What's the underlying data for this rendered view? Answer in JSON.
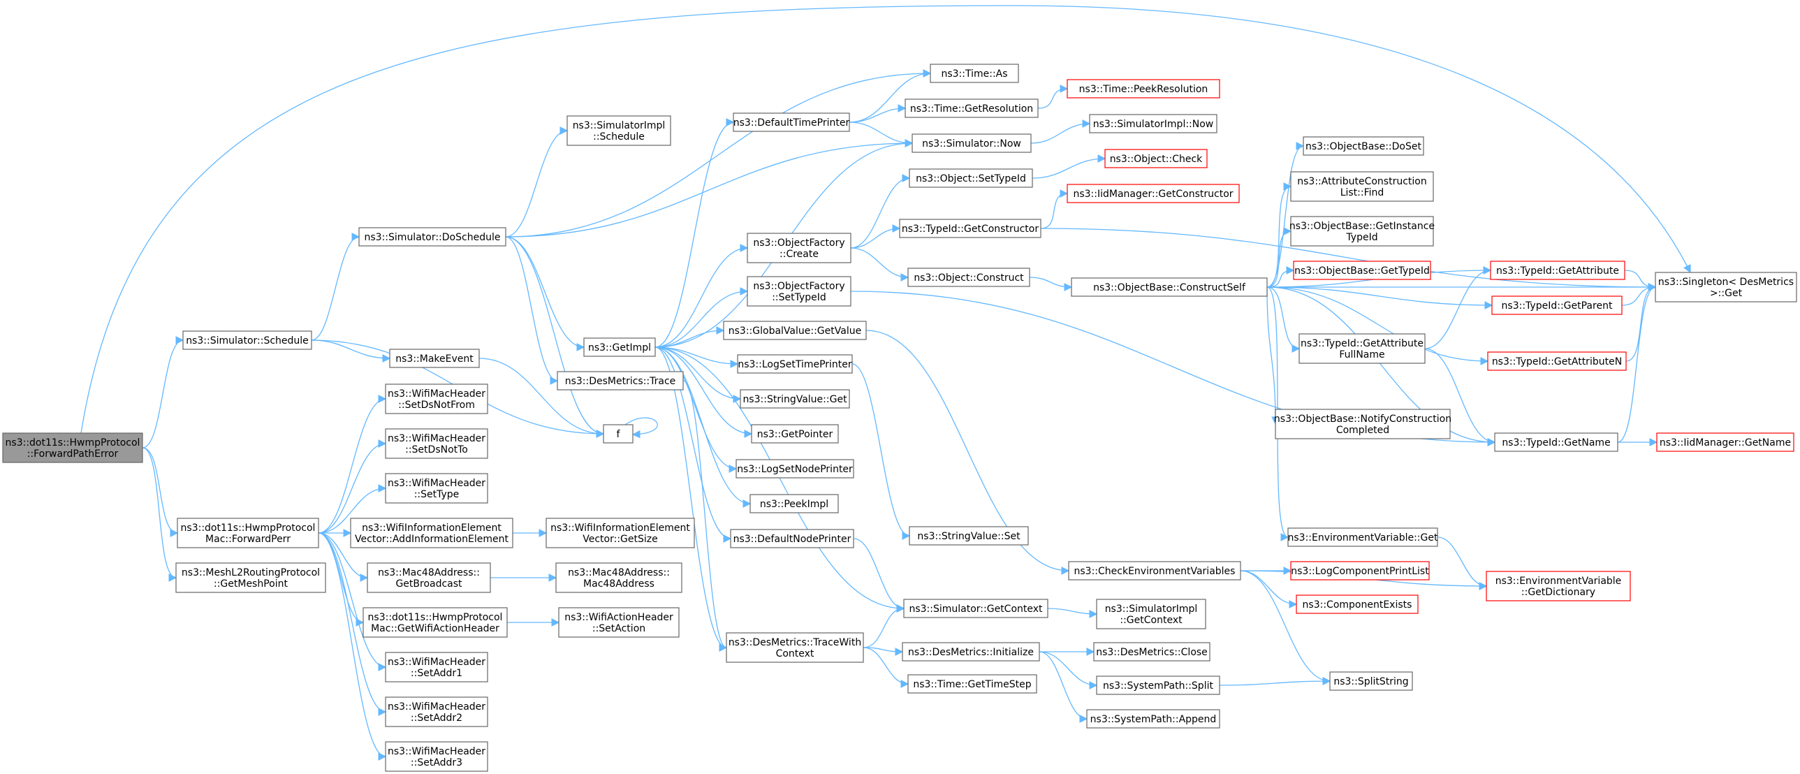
{
  "graph": {
    "colors": {
      "edge": "#63b8ff",
      "node_border": "#666666",
      "highlight_border": "#ff0000",
      "root_fill": "#999999"
    },
    "nodes": [
      {
        "id": "root",
        "lines": [
          "ns3::dot11s::HwmpProtocol",
          "::ForwardPathError"
        ],
        "root": true
      },
      {
        "id": "sched",
        "lines": [
          "ns3::Simulator::Schedule"
        ]
      },
      {
        "id": "fwdperr",
        "lines": [
          "ns3::dot11s::HwmpProtocol",
          "Mac::ForwardPerr"
        ]
      },
      {
        "id": "getmesh",
        "lines": [
          "ns3::MeshL2RoutingProtocol",
          "::GetMeshPoint"
        ]
      },
      {
        "id": "dosched",
        "lines": [
          "ns3::Simulator::DoSchedule"
        ]
      },
      {
        "id": "makeevent",
        "lines": [
          "ns3::MakeEvent"
        ]
      },
      {
        "id": "simimplsched",
        "lines": [
          "ns3::SimulatorImpl",
          "::Schedule"
        ]
      },
      {
        "id": "dsnotfrom",
        "lines": [
          "ns3::WifiMacHeader",
          "::SetDsNotFrom"
        ]
      },
      {
        "id": "dsnotto",
        "lines": [
          "ns3::WifiMacHeader",
          "::SetDsNotTo"
        ]
      },
      {
        "id": "settype",
        "lines": [
          "ns3::WifiMacHeader",
          "::SetType"
        ]
      },
      {
        "id": "addie",
        "lines": [
          "ns3::WifiInformationElement",
          "Vector::AddInformationElement"
        ]
      },
      {
        "id": "getbroadcast",
        "lines": [
          "ns3::Mac48Address::",
          "GetBroadcast"
        ]
      },
      {
        "id": "getwifiaction",
        "lines": [
          "ns3::dot11s::HwmpProtocol",
          "Mac::GetWifiActionHeader"
        ]
      },
      {
        "id": "addr1",
        "lines": [
          "ns3::WifiMacHeader",
          "::SetAddr1"
        ]
      },
      {
        "id": "addr2",
        "lines": [
          "ns3::WifiMacHeader",
          "::SetAddr2"
        ]
      },
      {
        "id": "addr3",
        "lines": [
          "ns3::WifiMacHeader",
          "::SetAddr3"
        ]
      },
      {
        "id": "f",
        "lines": [
          "f"
        ]
      },
      {
        "id": "desmtrace",
        "lines": [
          "ns3::DesMetrics::Trace"
        ]
      },
      {
        "id": "getimpl",
        "lines": [
          "ns3::GetImpl"
        ]
      },
      {
        "id": "iegetsize",
        "lines": [
          "ns3::WifiInformationElement",
          "Vector::GetSize"
        ]
      },
      {
        "id": "mac48",
        "lines": [
          "ns3::Mac48Address::",
          "Mac48Address"
        ]
      },
      {
        "id": "setaction",
        "lines": [
          "ns3::WifiActionHeader",
          "::SetAction"
        ]
      },
      {
        "id": "deftimeprinter",
        "lines": [
          "ns3::DefaultTimePrinter"
        ]
      },
      {
        "id": "objfactcreate",
        "lines": [
          "ns3::ObjectFactory",
          "::Create"
        ]
      },
      {
        "id": "objfactsettypeid",
        "lines": [
          "ns3::ObjectFactory",
          "::SetTypeId"
        ]
      },
      {
        "id": "gvgetvalue",
        "lines": [
          "ns3::GlobalValue::GetValue"
        ]
      },
      {
        "id": "logsettimeprinter",
        "lines": [
          "ns3::LogSetTimePrinter"
        ]
      },
      {
        "id": "stringvalueget",
        "lines": [
          "ns3::StringValue::Get"
        ]
      },
      {
        "id": "getpointer",
        "lines": [
          "ns3::GetPointer"
        ]
      },
      {
        "id": "logsetnodeprinter",
        "lines": [
          "ns3::LogSetNodePrinter"
        ]
      },
      {
        "id": "peekimpl",
        "lines": [
          "ns3::PeekImpl"
        ]
      },
      {
        "id": "defnodeprinter",
        "lines": [
          "ns3::DefaultNodePrinter"
        ]
      },
      {
        "id": "desmtracectx",
        "lines": [
          "ns3::DesMetrics::TraceWith",
          "Context"
        ]
      },
      {
        "id": "timeas",
        "lines": [
          "ns3::Time::As"
        ]
      },
      {
        "id": "timegetres",
        "lines": [
          "ns3::Time::GetResolution"
        ]
      },
      {
        "id": "simnow",
        "lines": [
          "ns3::Simulator::Now"
        ]
      },
      {
        "id": "objsettypeid",
        "lines": [
          "ns3::Object::SetTypeId"
        ]
      },
      {
        "id": "typeidgetctor",
        "lines": [
          "ns3::TypeId::GetConstructor"
        ]
      },
      {
        "id": "objconstruct",
        "lines": [
          "ns3::Object::Construct"
        ]
      },
      {
        "id": "stringvalueset",
        "lines": [
          "ns3::StringValue::Set"
        ]
      },
      {
        "id": "simgetctx",
        "lines": [
          "ns3::Simulator::GetContext"
        ]
      },
      {
        "id": "desminit",
        "lines": [
          "ns3::DesMetrics::Initialize"
        ]
      },
      {
        "id": "timegetstep",
        "lines": [
          "ns3::Time::GetTimeStep"
        ]
      },
      {
        "id": "timepeekres",
        "lines": [
          "ns3::Time::PeekResolution"
        ],
        "red": true
      },
      {
        "id": "simimplnow",
        "lines": [
          "ns3::SimulatorImpl::Now"
        ]
      },
      {
        "id": "objcheck",
        "lines": [
          "ns3::Object::Check"
        ],
        "red": true
      },
      {
        "id": "iidgetctor",
        "lines": [
          "ns3::IidManager::GetConstructor"
        ],
        "red": true
      },
      {
        "id": "constructself",
        "lines": [
          "ns3::ObjectBase::ConstructSelf"
        ]
      },
      {
        "id": "checkenv",
        "lines": [
          "ns3::CheckEnvironmentVariables"
        ]
      },
      {
        "id": "simimplgetctx",
        "lines": [
          "ns3::SimulatorImpl",
          "::GetContext"
        ]
      },
      {
        "id": "desmclose",
        "lines": [
          "ns3::DesMetrics::Close"
        ]
      },
      {
        "id": "spsplit",
        "lines": [
          "ns3::SystemPath::Split"
        ]
      },
      {
        "id": "spappend",
        "lines": [
          "ns3::SystemPath::Append"
        ]
      },
      {
        "id": "objbasedoset",
        "lines": [
          "ns3::ObjectBase::DoSet"
        ]
      },
      {
        "id": "attrconstrfind",
        "lines": [
          "ns3::AttributeConstruction",
          "List::Find"
        ]
      },
      {
        "id": "getinstancetypeid",
        "lines": [
          "ns3::ObjectBase::GetInstance",
          "TypeId"
        ]
      },
      {
        "id": "objbasegettypeid",
        "lines": [
          "ns3::ObjectBase::GetTypeId"
        ],
        "red": true
      },
      {
        "id": "getattrfullname",
        "lines": [
          "ns3::TypeId::GetAttribute",
          "FullName"
        ]
      },
      {
        "id": "notifyconstr",
        "lines": [
          "ns3::ObjectBase::NotifyConstruction",
          "Completed"
        ]
      },
      {
        "id": "envget",
        "lines": [
          "ns3::EnvironmentVariable::Get"
        ]
      },
      {
        "id": "logcompprintlist",
        "lines": [
          "ns3::LogComponentPrintList"
        ],
        "red": true
      },
      {
        "id": "compexists",
        "lines": [
          "ns3::ComponentExists"
        ],
        "red": true
      },
      {
        "id": "splitstring",
        "lines": [
          "ns3::SplitString"
        ]
      },
      {
        "id": "typeidgetattr",
        "lines": [
          "ns3::TypeId::GetAttribute"
        ],
        "red": true
      },
      {
        "id": "typeidgetparent",
        "lines": [
          "ns3::TypeId::GetParent"
        ],
        "red": true
      },
      {
        "id": "typeidgetattrn",
        "lines": [
          "ns3::TypeId::GetAttributeN"
        ],
        "red": true
      },
      {
        "id": "typeidgetname",
        "lines": [
          "ns3::TypeId::GetName"
        ]
      },
      {
        "id": "envgetdict",
        "lines": [
          "ns3::EnvironmentVariable",
          "::GetDictionary"
        ],
        "red": true
      },
      {
        "id": "singletonget",
        "lines": [
          "ns3::Singleton< DesMetrics",
          ">::Get"
        ]
      },
      {
        "id": "iidgetname",
        "lines": [
          "ns3::IidManager::GetName"
        ],
        "red": true
      }
    ]
  }
}
